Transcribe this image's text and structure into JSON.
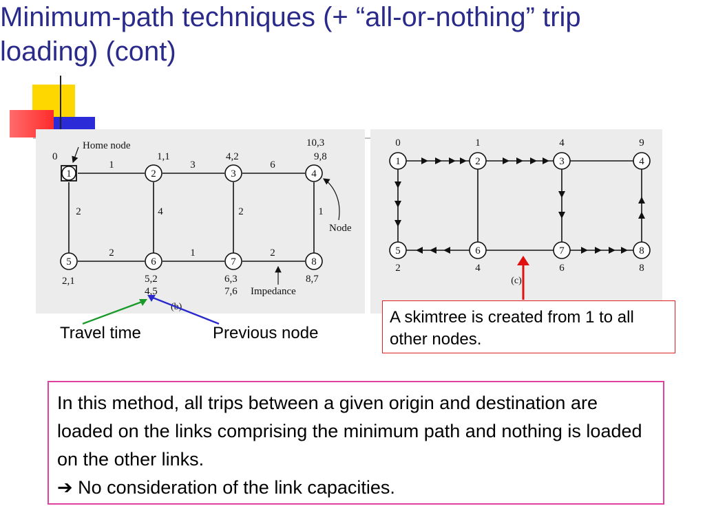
{
  "title": "Minimum-path techniques (+ “all-or-nothing” trip loading) (cont)",
  "colors": {
    "title": "#2a2a8a",
    "deco_yellow": "#ffd700",
    "deco_red": "#ff3b3b",
    "deco_blue": "#2b2bd8",
    "skimtree_border": "#e02020",
    "method_border": "#e040a0",
    "travel_time_arrow": "#1a9a2a",
    "previous_node_arrow": "#2a2acc",
    "skimtree_arrow": "#e01010"
  },
  "left_diagram": {
    "home_node_label": "Home node",
    "node_label": "Node",
    "impedance_label": "Impedance",
    "caption": "(b)",
    "nodes": [
      {
        "id": "1",
        "value": "0"
      },
      {
        "id": "2",
        "value": "1,1"
      },
      {
        "id": "3",
        "value": "4,2"
      },
      {
        "id": "4",
        "value": "10,3\n9,8"
      },
      {
        "id": "5",
        "value": "2,1"
      },
      {
        "id": "6",
        "value": "5,2\n4,5"
      },
      {
        "id": "7",
        "value": "6,3\n7,6"
      },
      {
        "id": "8",
        "value": "8,7"
      }
    ],
    "links": [
      {
        "from": "1",
        "to": "2",
        "impedance": "1"
      },
      {
        "from": "2",
        "to": "3",
        "impedance": "3"
      },
      {
        "from": "3",
        "to": "4",
        "impedance": "6"
      },
      {
        "from": "1",
        "to": "5",
        "impedance": "2"
      },
      {
        "from": "2",
        "to": "6",
        "impedance": "4"
      },
      {
        "from": "3",
        "to": "7",
        "impedance": "2"
      },
      {
        "from": "4",
        "to": "8",
        "impedance": "1"
      },
      {
        "from": "5",
        "to": "6",
        "impedance": "2"
      },
      {
        "from": "6",
        "to": "7",
        "impedance": "1"
      },
      {
        "from": "7",
        "to": "8",
        "impedance": "2"
      }
    ]
  },
  "right_diagram": {
    "caption": "(c)",
    "nodes": [
      {
        "id": "1",
        "value": "0"
      },
      {
        "id": "2",
        "value": "1"
      },
      {
        "id": "3",
        "value": "4"
      },
      {
        "id": "4",
        "value": "9"
      },
      {
        "id": "5",
        "value": "2"
      },
      {
        "id": "6",
        "value": "4"
      },
      {
        "id": "7",
        "value": "6"
      },
      {
        "id": "8",
        "value": "8"
      }
    ]
  },
  "labels": {
    "travel_time": "Travel time",
    "previous_node": "Previous node"
  },
  "skimtree_text": "A skimtree is created from 1 to all other nodes.",
  "method_text": "In this method, all trips between a given origin and destination are loaded on the links comprising the minimum path and nothing is loaded on the other links.",
  "method_conclusion": "No consideration of the link capacities.",
  "method_arrow_glyph": "➔"
}
